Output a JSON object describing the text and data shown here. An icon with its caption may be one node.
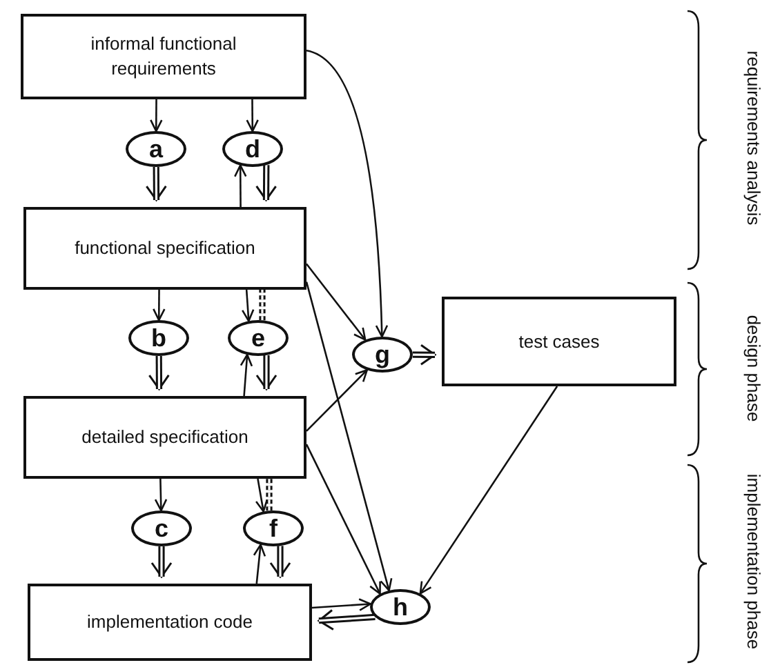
{
  "diagram": {
    "nodes": [
      {
        "text": [
          "informal functional requirements"
        ]
      },
      {
        "text": [
          "functional specification"
        ]
      },
      {
        "text": [
          "detailed specification"
        ]
      },
      {
        "text": [
          "implementation code"
        ]
      },
      {
        "text": [
          "test cases"
        ]
      },
      {
        "text": [
          "a"
        ]
      },
      {
        "text": [
          "d"
        ]
      },
      {
        "text": [
          "b"
        ]
      },
      {
        "text": [
          "e"
        ]
      },
      {
        "text": [
          "c"
        ]
      },
      {
        "text": [
          "f"
        ]
      },
      {
        "text": [
          "g"
        ]
      },
      {
        "text": [
          "h"
        ]
      }
    ],
    "edges": [
      {
        "from": 0,
        "to": 5,
        "arrow": "to"
      },
      {
        "from": 5,
        "to": 1,
        "arrow": "to",
        "style": "thick"
      },
      {
        "from": 0,
        "to": 6,
        "arrow": "to"
      },
      {
        "from": 1,
        "to": 6,
        "arrow": "to"
      },
      {
        "from": 6,
        "to": 1,
        "arrow": "to",
        "style": "thick"
      },
      {
        "from": 0,
        "to": 11,
        "arrow": "to"
      },
      {
        "from": 1,
        "to": 8,
        "arrow": "to"
      },
      {
        "from": 8,
        "to": 1,
        "arrow": "none",
        "style": "dashed"
      },
      {
        "from": 1,
        "to": 7,
        "arrow": "to"
      },
      {
        "from": 7,
        "to": 2,
        "arrow": "to",
        "style": "thick"
      },
      {
        "from": 2,
        "to": 8,
        "arrow": "to"
      },
      {
        "from": 8,
        "to": 2,
        "arrow": "to",
        "style": "thick"
      },
      {
        "from": 1,
        "to": 11,
        "arrow": "to"
      },
      {
        "from": 1,
        "to": 12,
        "arrow": "to"
      },
      {
        "from": 11,
        "to": 4,
        "arrow": "to",
        "style": "thick"
      },
      {
        "from": 2,
        "to": 11,
        "arrow": "to"
      },
      {
        "from": 2,
        "to": 12,
        "arrow": "to"
      },
      {
        "from": 2,
        "to": 9,
        "arrow": "to"
      },
      {
        "from": 9,
        "to": 3,
        "arrow": "to",
        "style": "thick"
      },
      {
        "from": 2,
        "to": 10,
        "arrow": "to"
      },
      {
        "from": 10,
        "to": 2,
        "arrow": "none",
        "style": "dashed"
      },
      {
        "from": 3,
        "to": 10,
        "arrow": "to"
      },
      {
        "from": 10,
        "to": 3,
        "arrow": "to",
        "style": "thick"
      },
      {
        "from": 3,
        "to": 12,
        "arrow": "to"
      },
      {
        "from": 12,
        "to": 3,
        "arrow": "to",
        "style": "thick"
      },
      {
        "from": 4,
        "to": 12,
        "arrow": "to"
      }
    ],
    "labels": [
      "requirements analysis",
      "design phase",
      "implementation phase"
    ]
  }
}
